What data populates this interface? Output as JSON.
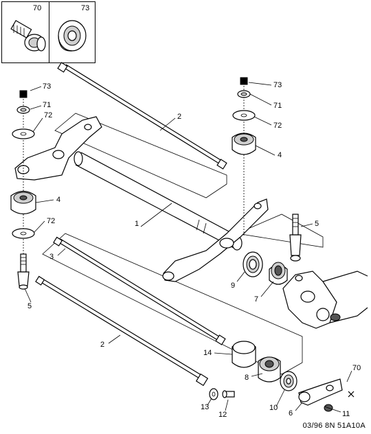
{
  "inset": {
    "left_label": "70",
    "right_label": "73"
  },
  "callouts": {
    "c2_top": "2",
    "c73_left": "73",
    "c71_left": "71",
    "c72_left_top": "72",
    "c4_left": "4",
    "c72_left_bottom": "72",
    "c5_left": "5",
    "c73_right": "73",
    "c71_right": "71",
    "c72_right": "72",
    "c4_right": "4",
    "c1": "1",
    "c5_right": "5",
    "c3": "3",
    "c9": "9",
    "c7": "7",
    "c2_bottom": "2",
    "c14": "14",
    "c8": "8",
    "c70": "70",
    "c13": "13",
    "c12": "12",
    "c10": "10",
    "c6": "6",
    "c11": "11"
  },
  "document_reference": "03/96 8N 51A10A"
}
